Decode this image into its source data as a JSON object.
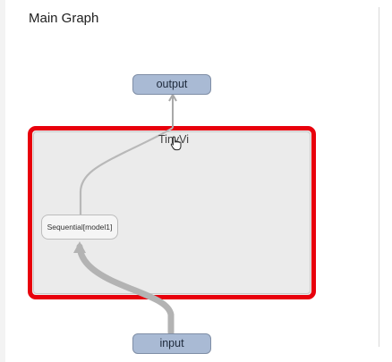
{
  "header": {
    "title": "Main Graph"
  },
  "nodes": {
    "output": "output",
    "input": "input",
    "group": "TinyVi",
    "sequential": "Sequential[model1]"
  },
  "colors": {
    "node_fill": "#a9bad4",
    "highlight": "#e8000c",
    "group_fill": "#ebebeb",
    "edge": "#b3b3b3"
  },
  "icons": {
    "cursor": "hand-pointer-icon"
  }
}
